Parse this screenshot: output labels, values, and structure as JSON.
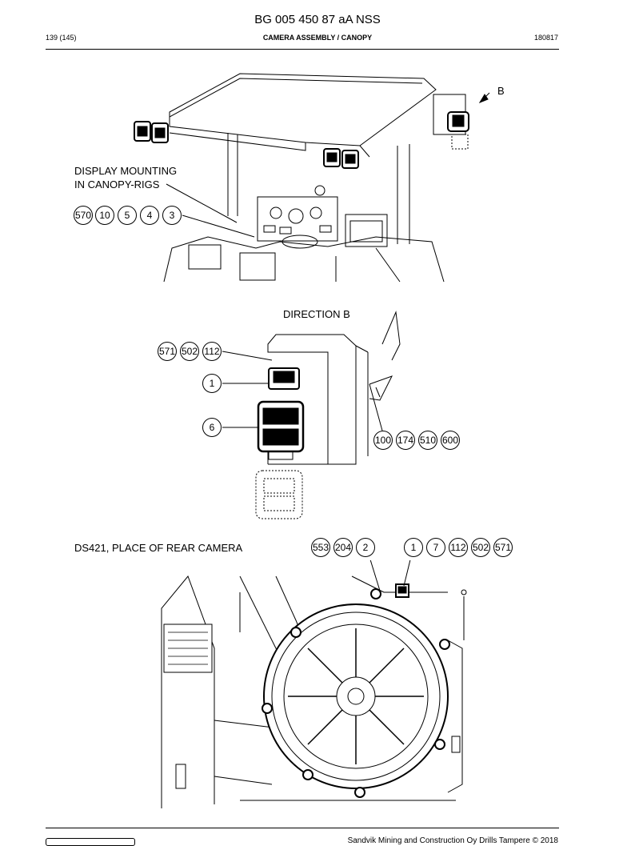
{
  "header": {
    "doc_number": "BG 005 450 87 aA NSS",
    "page_count": "139 (145)",
    "section_title": "CAMERA ASSEMBLY / CANOPY",
    "date": "180817"
  },
  "view1": {
    "marker": "B",
    "label_line1": "DISPLAY MOUNTING",
    "label_line2": "IN CANOPY-RIGS",
    "callouts": [
      "570",
      "10",
      "5",
      "4",
      "3"
    ]
  },
  "view2": {
    "title": "DIRECTION B",
    "callouts_top": [
      "571",
      "502",
      "112"
    ],
    "callout_camera": "1",
    "callout_lamp": "6",
    "callouts_right": [
      "100",
      "174",
      "510",
      "600"
    ]
  },
  "view3": {
    "title": "DS421, PLACE OF REAR CAMERA",
    "callouts_left": [
      "553",
      "204",
      "2"
    ],
    "callouts_right": [
      "1",
      "7",
      "112",
      "502",
      "571"
    ]
  },
  "footer": {
    "text": "Sandvik Mining and Construction Oy Drills Tampere © 2018"
  }
}
